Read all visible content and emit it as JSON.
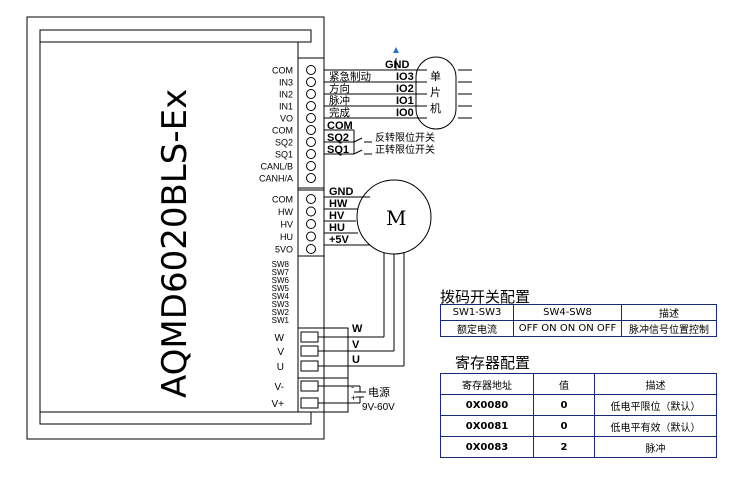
{
  "model": "AQMD6020BLS-Ex",
  "left_terminals": [
    "COM",
    "IN3",
    "IN2",
    "IN1",
    "VO",
    "COM",
    "SQ2",
    "SQ1",
    "CANL/B",
    "CANH/A"
  ],
  "hall_terminals": [
    "COM",
    "HW",
    "HV",
    "HU",
    "5VO"
  ],
  "dip_labels": [
    "SW8",
    "SW7",
    "SW6",
    "SW5",
    "SW4",
    "SW3",
    "SW2",
    "SW1"
  ],
  "power_terminals": [
    "W",
    "V",
    "U",
    "V-",
    "V+"
  ],
  "signals": {
    "gnd": "GND",
    "io3": "IO3",
    "io2": "IO2",
    "io1": "IO1",
    "io0": "IO0",
    "emergency": "紧急制动",
    "direction": "方向",
    "pulse": "脉冲",
    "done": "完成",
    "mcu": [
      "单",
      "片",
      "机"
    ]
  },
  "limits": {
    "com": "COM",
    "sq2": "SQ2",
    "sq1": "SQ1",
    "reverse": "反转限位开关",
    "forward": "正转限位开关"
  },
  "hall_wires": [
    "GND",
    "HW",
    "HV",
    "HU",
    "+5V"
  ],
  "motor": "M",
  "phase_wires": [
    "W",
    "V",
    "U"
  ],
  "power": {
    "label": "电源",
    "range": "9V-60V",
    "minus": "-",
    "plus": "+"
  },
  "dip_table": {
    "title": "拨码开关配置",
    "headers": [
      "SW1-SW3",
      "SW4-SW8",
      "描述"
    ],
    "row": [
      "额定电流",
      "OFF ON ON ON OFF",
      "脉冲信号位置控制"
    ]
  },
  "reg_table": {
    "title": "寄存器配置",
    "headers": [
      "寄存器地址",
      "值",
      "描述"
    ],
    "rows": [
      [
        "0X0080",
        "0",
        "低电平限位（默认）"
      ],
      [
        "0X0081",
        "0",
        "低电平有效（默认）"
      ],
      [
        "0X0083",
        "2",
        "脉冲"
      ]
    ]
  }
}
